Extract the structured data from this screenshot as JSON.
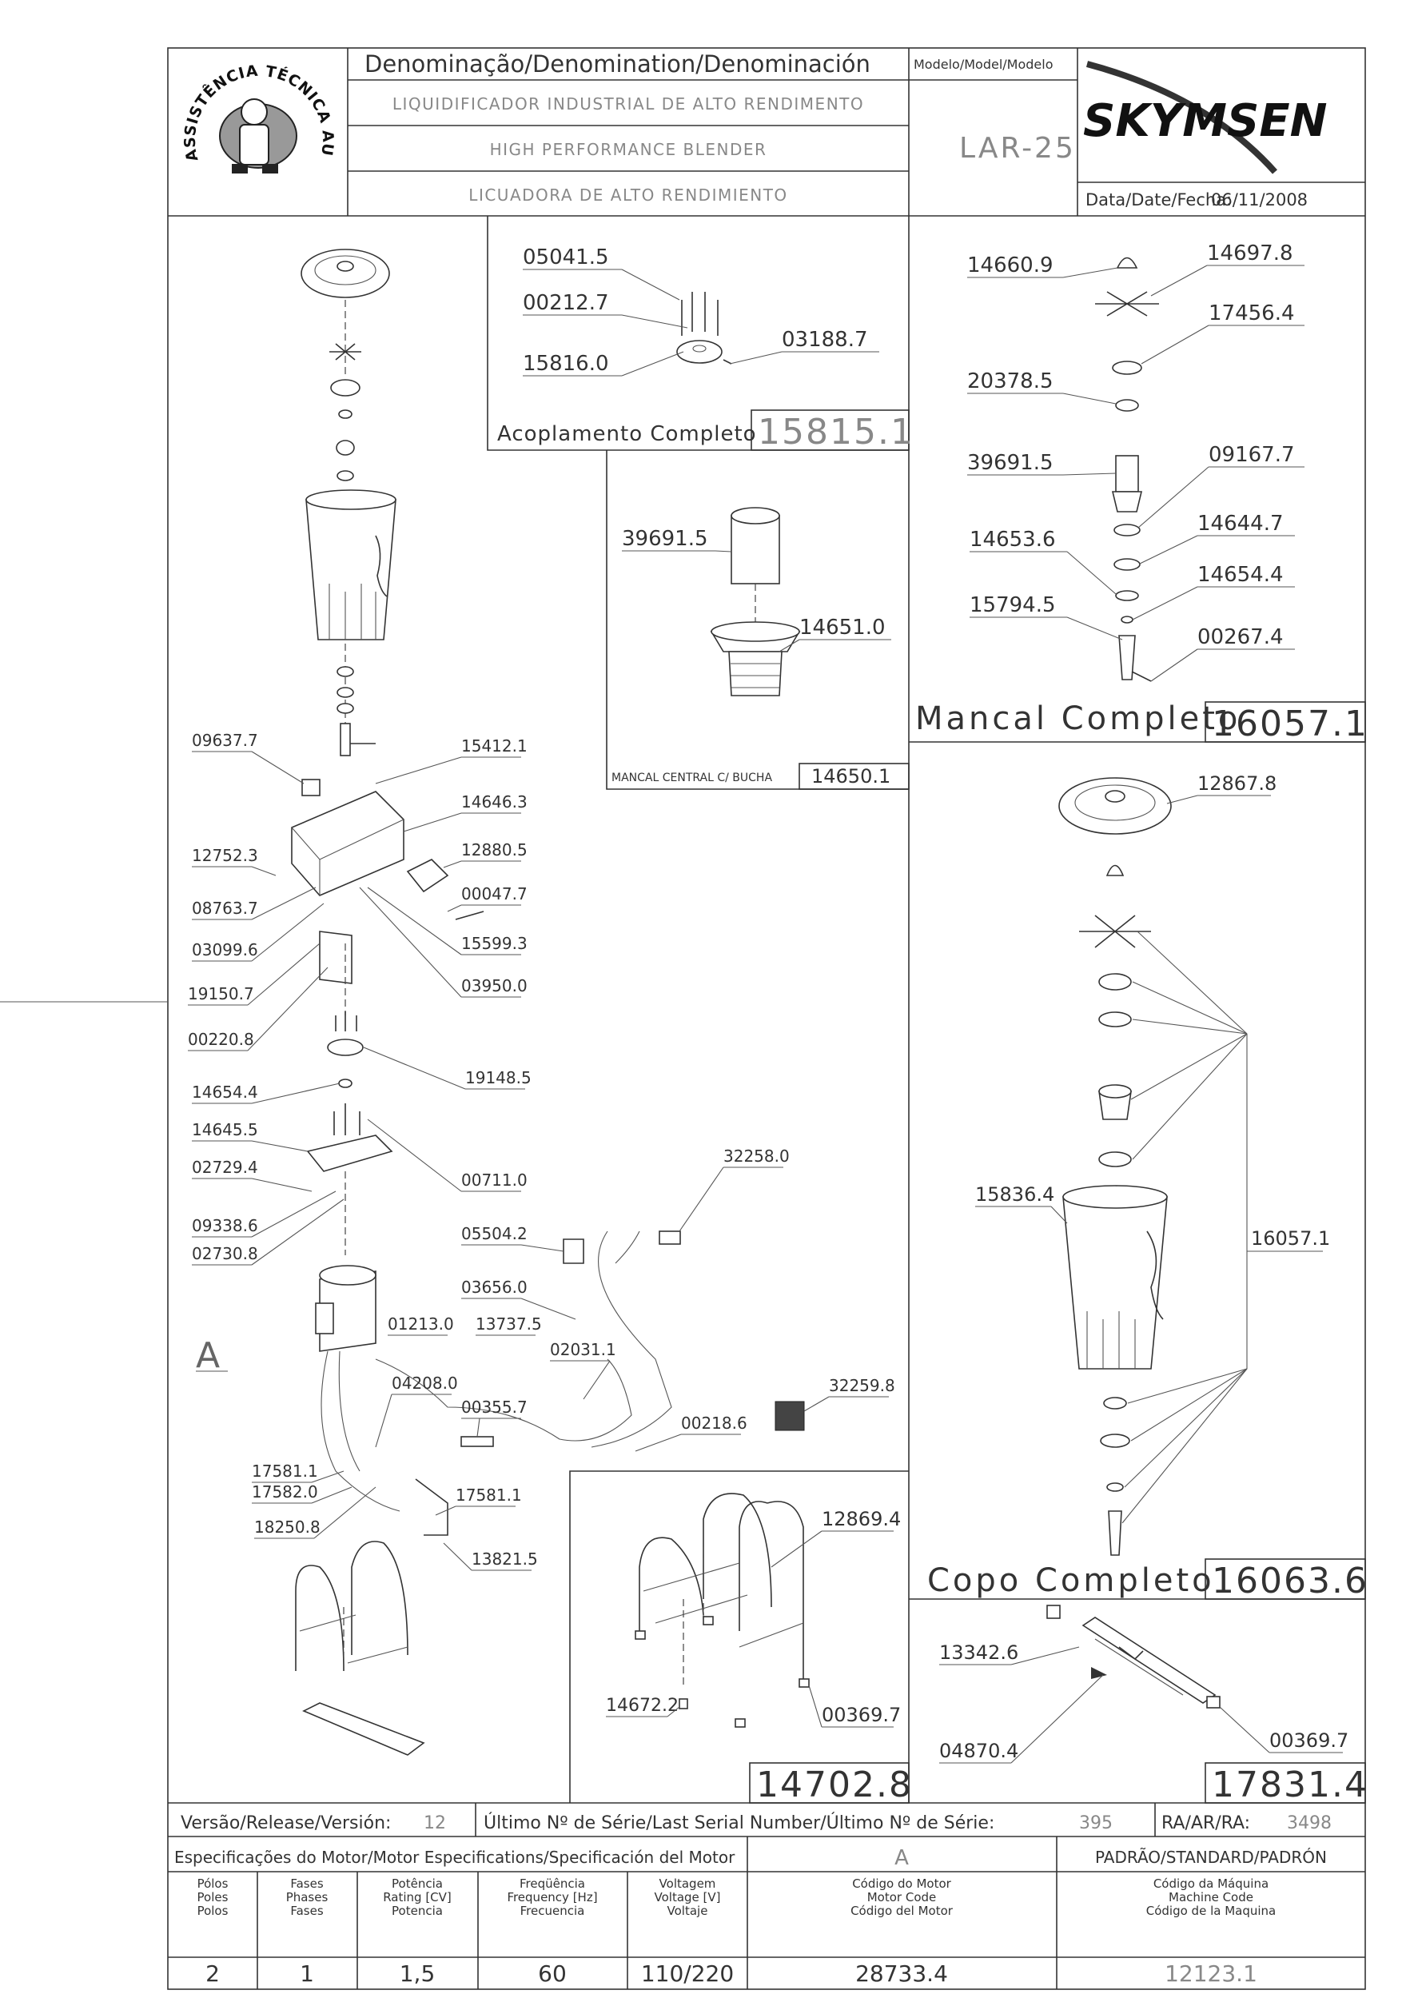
{
  "header": {
    "denomination_title": "Denominação/Denomination/Denominación",
    "model_title": "Modelo/Model/Modelo",
    "name_pt": "LIQUIDIFICADOR INDUSTRIAL DE ALTO RENDIMENTO",
    "name_en": "HIGH PERFORMANCE BLENDER",
    "name_es": "LICUADORA DE ALTO RENDIMIENTO",
    "model": "LAR-25",
    "brand": "SKYMSEN",
    "date_label": "Data/Date/Fecha:",
    "date": "06/11/2008",
    "seal_text": "ASSISTÊNCIA TÉCNICA AUTORIZADA"
  },
  "main_diagram": {
    "labels": [
      "09637.7",
      "15412.1",
      "14646.3",
      "12752.3",
      "12880.5",
      "08763.7",
      "00047.7",
      "03099.6",
      "15599.3",
      "19150.7",
      "03950.0",
      "00220.8",
      "19148.5",
      "14654.4",
      "14645.5",
      "02729.4",
      "00711.0",
      "09338.6",
      "02730.8",
      "32258.0",
      "05504.2",
      "03656.0",
      "01213.0",
      "13737.5",
      "02031.1",
      "04208.0",
      "32259.8",
      "00355.7",
      "00218.6",
      "17581.1",
      "17582.0",
      "17581.1",
      "18250.8",
      "13821.5"
    ],
    "motor_ref": "A"
  },
  "coupling": {
    "labels": [
      "05041.5",
      "00212.7",
      "15816.0",
      "03188.7"
    ],
    "title": "Acoplamento Completo",
    "code": "15815.1"
  },
  "central_bearing": {
    "labels": [
      "39691.5",
      "14651.0"
    ],
    "title": "MANCAL CENTRAL C/ BUCHA",
    "code": "14650.1"
  },
  "bearing": {
    "labels": [
      "14660.9",
      "14697.8",
      "17456.4",
      "20378.5",
      "39691.5",
      "09167.7",
      "14644.7",
      "14653.6",
      "14654.4",
      "15794.5",
      "00267.4"
    ],
    "title": "Mancal Completo",
    "code": "16057.1"
  },
  "cup": {
    "labels": [
      "12867.8",
      "15836.4",
      "16057.1"
    ],
    "title": "Copo Completo",
    "code": "16063.6"
  },
  "stand": {
    "labels": [
      "12869.4",
      "14672.2",
      "00369.7"
    ],
    "code": "14702.8"
  },
  "support": {
    "labels": [
      "13342.6",
      "04870.4",
      "00369.7"
    ],
    "code": "17831.4"
  },
  "footer": {
    "version_label": "Versão/Release/Versión:",
    "version": "12",
    "serial_label": "Último Nº de Série/Last Serial Number/Último Nº de Série:",
    "serial": "395",
    "ra_label": "RA/AR/RA:",
    "ra": "3498",
    "motor_spec_title": "Especificações do Motor/Motor Especifications/Specificación del Motor",
    "motor_col": "A",
    "standard_title": "PADRÃO/STANDARD/PADRÓN",
    "columns": [
      {
        "lines": [
          "Pólos",
          "Poles",
          "Polos"
        ],
        "value": "2"
      },
      {
        "lines": [
          "Fases",
          "Phases",
          "Fases"
        ],
        "value": "1"
      },
      {
        "lines": [
          "Potência",
          "Rating [CV]",
          "Potencia"
        ],
        "value": "1,5"
      },
      {
        "lines": [
          "Freqüência",
          "Frequency [Hz]",
          "Frecuencia"
        ],
        "value": "60"
      },
      {
        "lines": [
          "Voltagem",
          "Voltage [V]",
          "Voltaje"
        ],
        "value": "110/220"
      },
      {
        "lines": [
          "Código do Motor",
          "Motor Code",
          "Código del Motor"
        ],
        "value": "28733.4"
      },
      {
        "lines": [
          "Código da Máquina",
          "Machine Code",
          "Código de la Maquina"
        ],
        "value": "12123.1"
      }
    ]
  }
}
